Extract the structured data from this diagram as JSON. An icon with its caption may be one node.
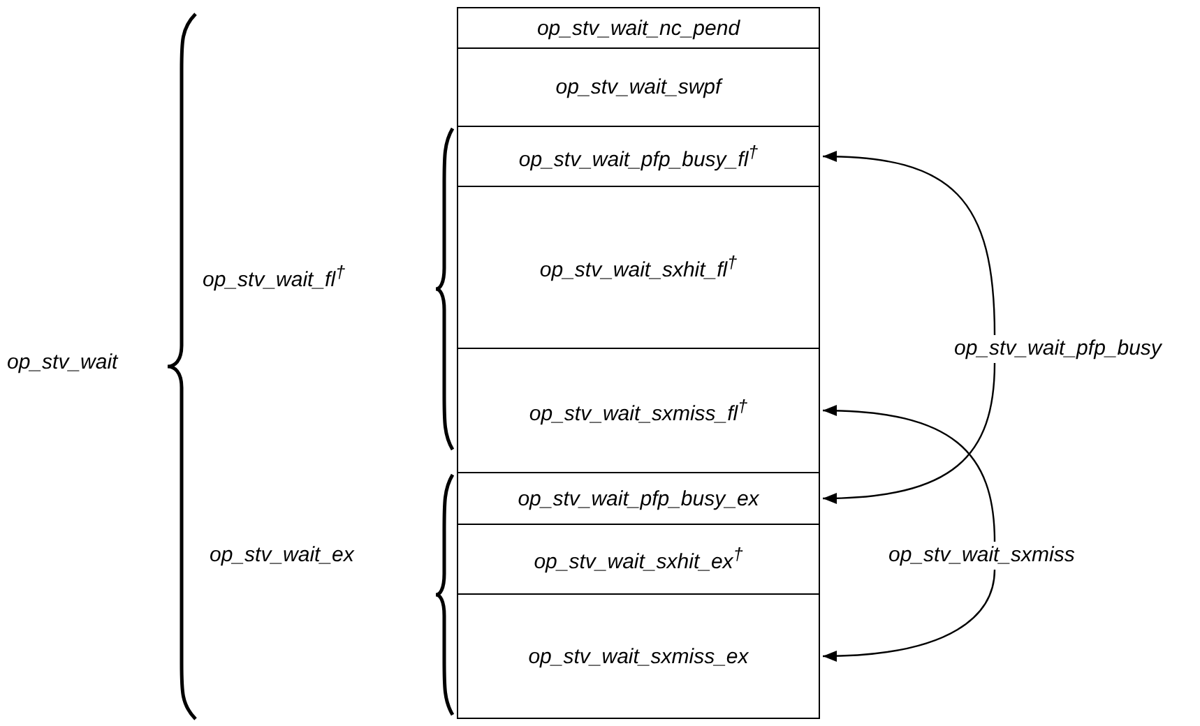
{
  "diagram": {
    "nodes": [
      {
        "text": [
          "op_stv_wait_nc_pend"
        ]
      },
      {
        "text": [
          "op_stv_wait_swpf"
        ]
      },
      {
        "text": [
          "op_stv_wait_pfp_busy_fl$^{†}$"
        ]
      },
      {
        "text": [
          "op_stv_wait_sxhit_fl$^{†}$"
        ]
      },
      {
        "text": [
          "op_stv_wait_sxmiss_fl$^{†}$"
        ]
      },
      {
        "text": [
          "op_stv_wait_pfp_busy_ex"
        ]
      },
      {
        "text": [
          "op_stv_wait_sxhit_ex$^{†}$"
        ]
      },
      {
        "text": [
          "op_stv_wait_sxmiss_ex"
        ]
      },
      {
        "text": [
          "op_stv_wait_pfp_busy"
        ]
      },
      {
        "text": [
          "op_stv_wait_sxmiss"
        ]
      }
    ],
    "edges": [
      {
        "from": 8,
        "to": 2,
        "arrow": "to"
      },
      {
        "from": 8,
        "to": 5,
        "arrow": "to"
      },
      {
        "from": 9,
        "to": 4,
        "arrow": "to"
      },
      {
        "from": 9,
        "to": 7,
        "arrow": "to"
      }
    ],
    "labels": [
      "op_stv_wait_fl$^{†}$",
      "op_stv_wait",
      "op_stv_wait_ex"
    ]
  }
}
